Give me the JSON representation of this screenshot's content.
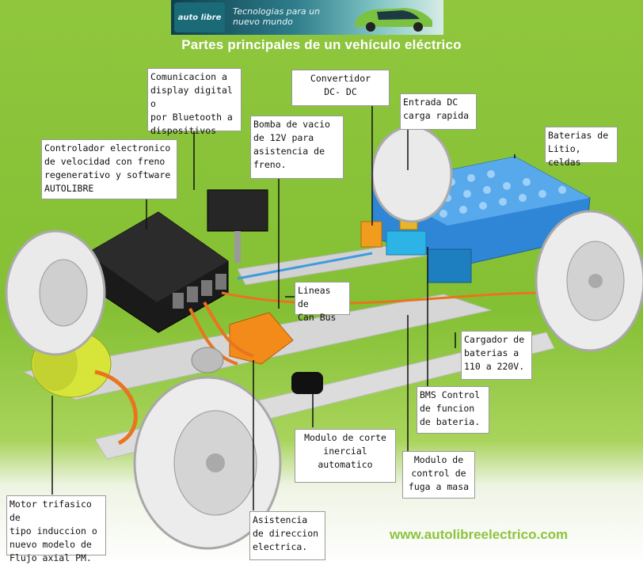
{
  "banner": {
    "logo_text": "auto libre",
    "tagline": "Tecnologias para un nuevo mundo"
  },
  "title": "Partes principales de un vehículo eléctrico",
  "labels": {
    "comunicacion": "Comunicacion a\ndisplay digital o\npor Bluetooth a\ndispositivos cel.",
    "convertidor": "Convertidor\nDC- DC",
    "entrada_dc": "Entrada DC\ncarga rapida",
    "bomba": "Bomba de vacio\nde 12V para\nasistencia de\nfreno.",
    "baterias": "Baterias de\nLitio, celdas",
    "controlador": "Controlador electronico\nde velocidad con freno\nregenerativo y software\nAUTOLIBRE",
    "can_bus": "Lineas de\nCan Bus",
    "cargador": "Cargador de\nbaterias a\n110 a 220V.",
    "bms": "BMS Control\nde funcion\nde bateria.",
    "modulo_corte": "Modulo de corte\ninercial\nautomatico",
    "modulo_fuga": "Modulo de\ncontrol de\nfuga a masa",
    "motor": "Motor trifasico de\ntipo induccion o\nnuevo modelo de\nFlujo axial PM.",
    "asistencia": "Asistencia\nde direccion\nelectrica."
  },
  "website": "www.autolibreelectrico.com",
  "colors": {
    "background_green": "#8fc63d",
    "battery_blue": "#2f86d6",
    "cable_orange": "#e9741e",
    "motor_yellow": "#d7e43a",
    "controller_black": "#1a1a1a",
    "chassis_grey": "#d8d8d8"
  }
}
